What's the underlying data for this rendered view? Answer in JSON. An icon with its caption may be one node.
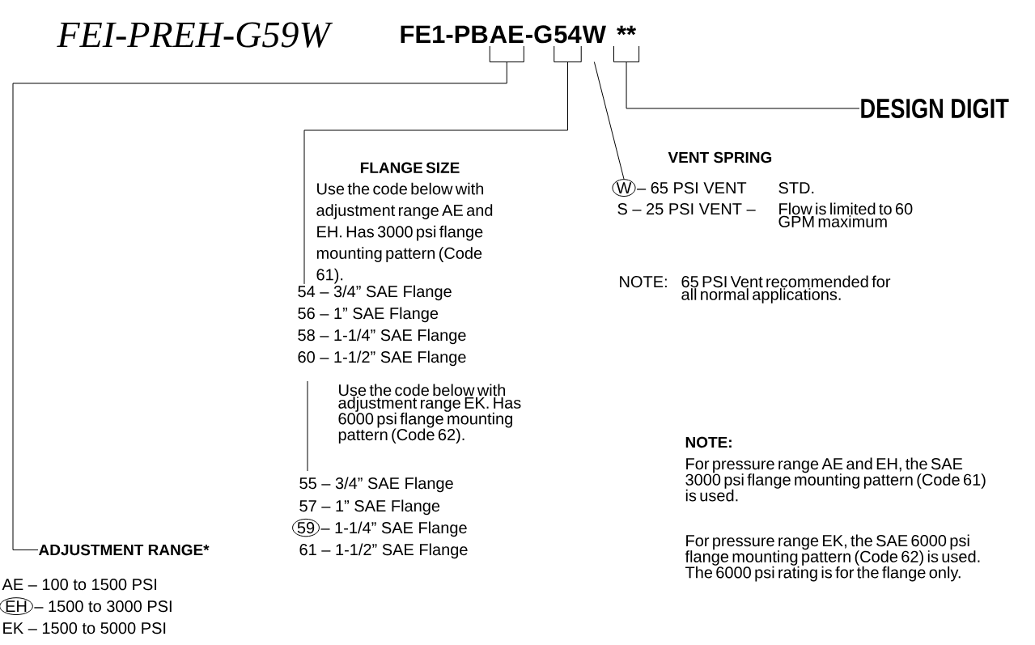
{
  "diagram": {
    "nodes": [
      {
        "text": [
          "AE"
        ]
      },
      {
        "text": [
          "54"
        ]
      },
      {
        "text": [
          "W"
        ]
      },
      {
        "text": [
          "**"
        ]
      },
      {
        "text": [
          "DESIGN DIGIT"
        ]
      },
      {
        "text": [
          "FLANGE SIZE",
          "Use the code below with adjustment range AE and EH. Has 3000 psi flange mounting pattern (Code 61)."
        ]
      },
      {
        "text": [
          "W"
        ],
        "beside": [
          "– 65 PSI VENT",
          "STD."
        ]
      },
      {
        "text": [
          "59"
        ],
        "beside": [
          "– 1-1/4” SAE Flange"
        ]
      },
      {
        "text": [
          "ADJUSTMENT RANGE*"
        ]
      },
      {
        "text": [
          "EH"
        ],
        "beside": [
          "– 1500 to 3000 PSI"
        ]
      }
    ],
    "edges": [
      {
        "from": 0,
        "to": 8,
        "arrow": "none"
      },
      {
        "from": 1,
        "to": 5,
        "arrow": "none"
      },
      {
        "from": 2,
        "to": 6,
        "arrow": "none"
      },
      {
        "from": 3,
        "to": 4,
        "arrow": "none"
      }
    ],
    "labels": [
      "FEI-PREH-G59W",
      "FE1-PB",
      "-G",
      "VENT SPRING",
      "S – 25 PSI VENT –",
      "Flow is limited to 60 GPM maximum",
      "NOTE:",
      "65 PSI Vent recommended for all normal applications.",
      "54 – 3/4” SAE Flange",
      "56 – 1” SAE Flange",
      "58 – 1-1/4” SAE Flange",
      "60 – 1-1/2” SAE Flange",
      "Use the code below with adjustment range EK. Has 6000 psi flange mounting pattern (Code 62).",
      "55 – 3/4” SAE Flange",
      "57 – 1” SAE Flange",
      "61 – 1-1/2” SAE Flange",
      "NOTE:",
      "For pressure range AE and EH, the SAE 3000 psi flange mounting pattern (Code 61) is used.",
      "For pressure range EK, the SAE 6000 psi flange mounting pattern (Code 62) is used. The 6000 psi rating is for the flange only.",
      "AE – 100 to 1500 PSI",
      "EK – 1500 to 5000 PSI"
    ]
  }
}
